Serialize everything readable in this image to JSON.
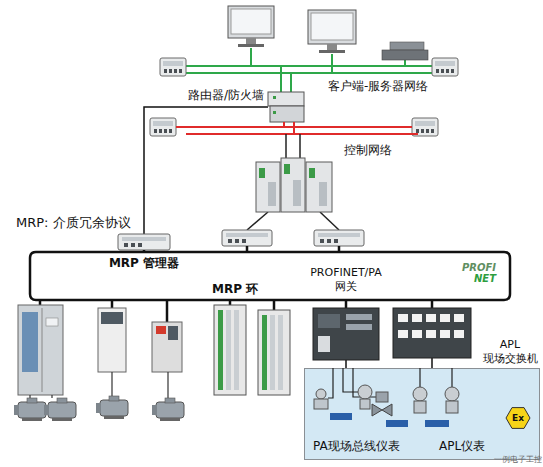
{
  "diagram": {
    "nodes": [
      {
        "text": [
          "路由器/防火墙"
        ]
      },
      {
        "text": [
          "MRP 管理器"
        ]
      },
      {
        "text": [
          "PROFINET/PA 网关"
        ]
      },
      {
        "text": [
          "APL 现场交换机"
        ]
      },
      {
        "text": [
          "PA现场总线仪表",
          "APL仪表"
        ]
      }
    ],
    "edges": [
      {
        "from": 0,
        "to": 1,
        "arrow": "none"
      },
      {
        "from": 2,
        "to": 4,
        "arrow": "none"
      },
      {
        "from": 3,
        "to": 4,
        "arrow": "none"
      }
    ],
    "labels": [
      "客户端-服务器网络",
      "控制网络",
      "MRP: 介质冗余协议",
      "MRP 环",
      "PROFI",
      "NET",
      "Ex",
      "一例电子工控"
    ]
  }
}
